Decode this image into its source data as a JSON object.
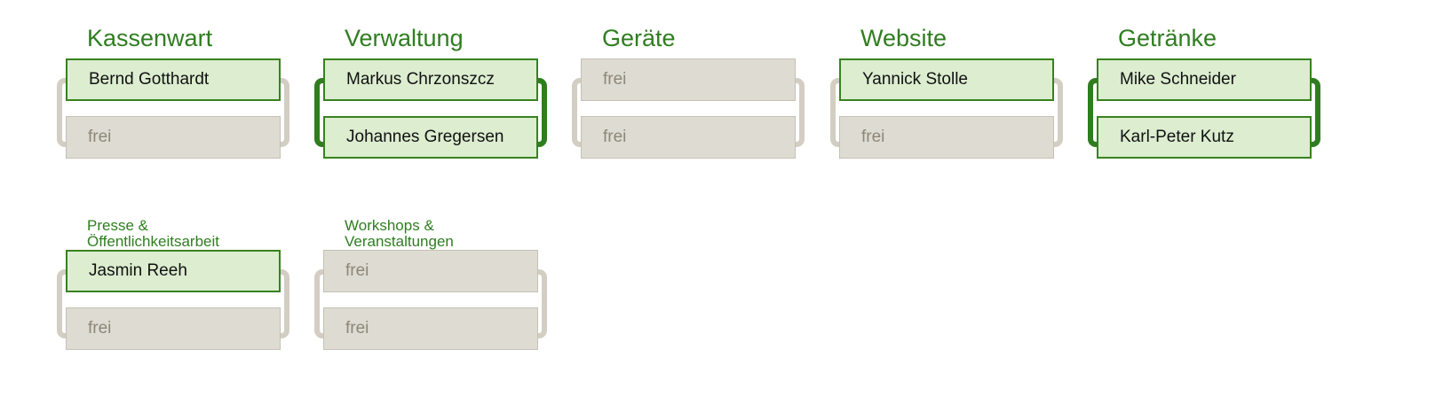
{
  "board": {
    "free_label": "frei",
    "colors": {
      "title_green": "#2f7d20",
      "filled_bg": "#dcedd0",
      "filled_border": "#37821f",
      "free_bg": "#dedbd2",
      "free_border": "#c6c1b4",
      "free_text": "#8d877a",
      "bracket_active": "#2f7d20",
      "bracket_inactive": "#d3cec3",
      "page_bg": "#ffffff"
    },
    "roles": [
      {
        "id": "kassenwart",
        "title": "Kassenwart",
        "row": 1,
        "col": 1,
        "complete": false,
        "slots": [
          {
            "filled": true,
            "name": "Bernd Gotthardt"
          },
          {
            "filled": false,
            "name": "frei"
          }
        ]
      },
      {
        "id": "verwaltung",
        "title": "Verwaltung",
        "row": 1,
        "col": 2,
        "complete": true,
        "slots": [
          {
            "filled": true,
            "name": "Markus Chrzonszcz"
          },
          {
            "filled": true,
            "name": "Johannes Gregersen"
          }
        ]
      },
      {
        "id": "geraete",
        "title": "Geräte",
        "row": 1,
        "col": 3,
        "complete": false,
        "slots": [
          {
            "filled": false,
            "name": "frei"
          },
          {
            "filled": false,
            "name": "frei"
          }
        ]
      },
      {
        "id": "website",
        "title": "Website",
        "row": 1,
        "col": 4,
        "complete": false,
        "slots": [
          {
            "filled": true,
            "name": "Yannick Stolle"
          },
          {
            "filled": false,
            "name": "frei"
          }
        ]
      },
      {
        "id": "getraenke",
        "title": "Getränke",
        "row": 1,
        "col": 5,
        "complete": true,
        "slots": [
          {
            "filled": true,
            "name": "Mike Schneider"
          },
          {
            "filled": true,
            "name": "Karl-Peter Kutz"
          }
        ]
      },
      {
        "id": "presse",
        "title": "Presse &\nÖffentlichkeitsarbeit",
        "row": 2,
        "col": 1,
        "complete": false,
        "slots": [
          {
            "filled": true,
            "name": "Jasmin Reeh"
          },
          {
            "filled": false,
            "name": "frei"
          }
        ]
      },
      {
        "id": "workshops",
        "title": "Workshops &\nVeranstaltungen",
        "row": 2,
        "col": 2,
        "complete": false,
        "slots": [
          {
            "filled": false,
            "name": "frei"
          },
          {
            "filled": false,
            "name": "frei"
          }
        ]
      }
    ]
  }
}
